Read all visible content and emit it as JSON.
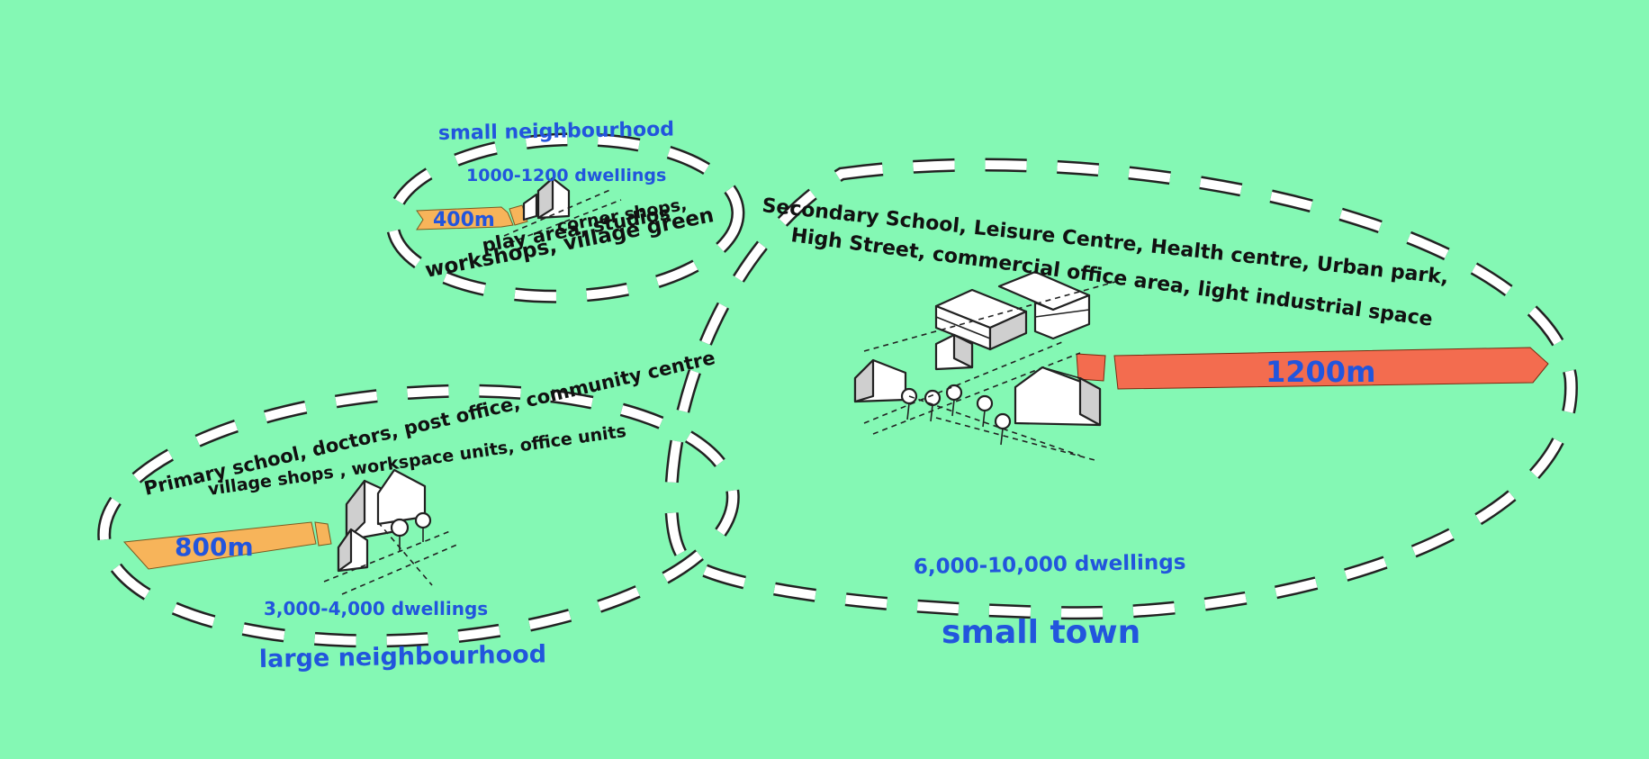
{
  "colors": {
    "background": "#84f8b4",
    "label_blue": "#2255dd",
    "radius_orange": "#f7b45a",
    "radius_red": "#f36c4f",
    "ring_fill": "#ffffff",
    "ring_outline": "#222222"
  },
  "small_neighbourhood": {
    "title": "small neighbourhood",
    "dwellings": "1000-1200 dwellings",
    "radius": "400m",
    "amenities": [
      "corner shops,",
      "play area, studios",
      "workshops, village green"
    ]
  },
  "large_neighbourhood": {
    "title": "large neighbourhood",
    "dwellings": "3,000-4,000 dwellings",
    "radius": "800m",
    "amenities": [
      "Primary school, doctors, post office, community centre",
      "village shops , workspace units, office units"
    ]
  },
  "small_town": {
    "title": "small town",
    "dwellings": "6,000-10,000 dwellings",
    "radius": "1200m",
    "amenities": [
      "Secondary School,  Leisure Centre, Health centre, Urban park,",
      "High Street, commercial office area, light industrial space"
    ]
  },
  "icons": {
    "small_neighbourhood_buildings": "house-sketch-icon",
    "large_neighbourhood_buildings": "houses-sketch-icon",
    "small_town_buildings": "town-buildings-sketch-icon"
  }
}
